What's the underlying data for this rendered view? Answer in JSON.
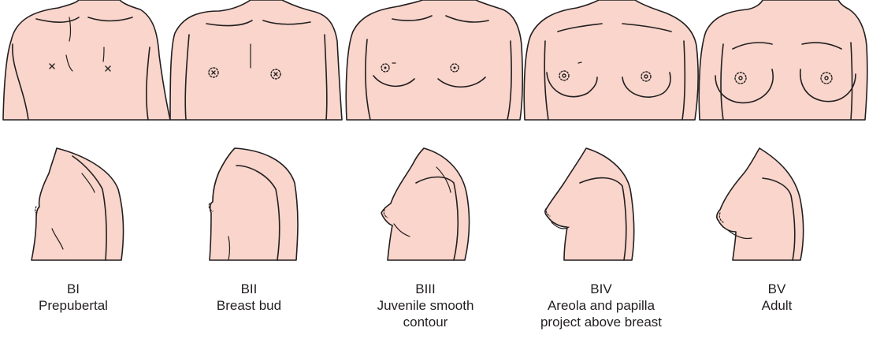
{
  "colors": {
    "skin": "#f9d5cb",
    "outline": "#231f20"
  },
  "stages": [
    {
      "code": "BI",
      "name": "Prepubertal"
    },
    {
      "code": "BII",
      "name": "Breast bud"
    },
    {
      "code": "BIII",
      "name": "Juvenile smooth contour"
    },
    {
      "code": "BIV",
      "name": "Areola and papilla project above breast"
    },
    {
      "code": "BV",
      "name": "Adult"
    }
  ]
}
